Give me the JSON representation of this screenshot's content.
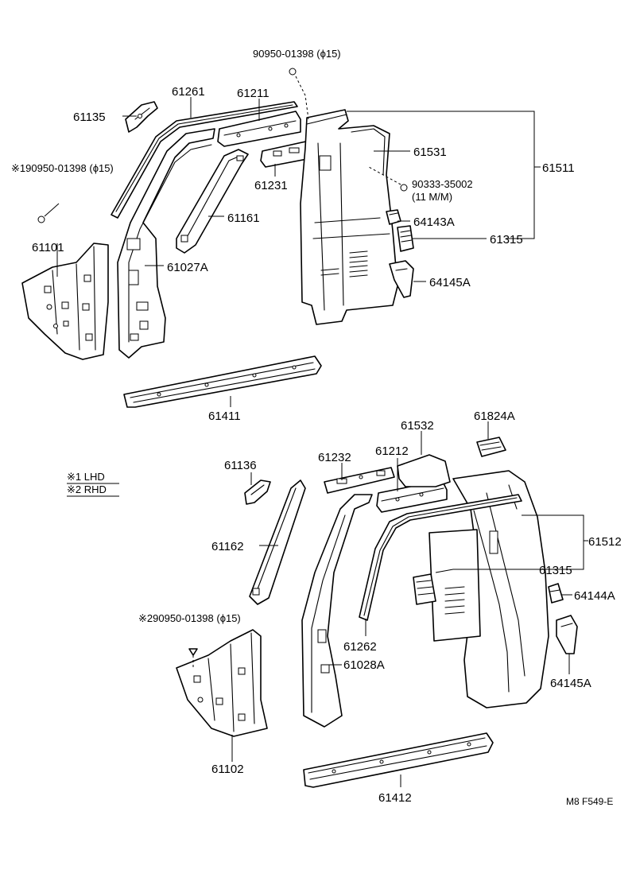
{
  "labels": {
    "bolt_top": "90950-01398 (ϕ15)",
    "p61135": "61135",
    "p61261": "61261",
    "p61211": "61211",
    "p61531": "61531",
    "p61511": "61511",
    "bolt_lhd": "※190950-01398 (ϕ15)",
    "p61231": "61231",
    "screw": "90333-35002",
    "screw_size": "(11 M/M)",
    "p61161": "61161",
    "p64143A": "64143A",
    "p61101": "61101",
    "p61315_upper": "61315",
    "p61027A": "61027A",
    "p64145A_upper": "64145A",
    "p61411": "61411",
    "p61532": "61532",
    "p61824A": "61824A",
    "p61136": "61136",
    "p61232": "61232",
    "p61212": "61212",
    "p61512": "61512",
    "p61162": "61162",
    "p61315_lower": "61315",
    "p64144A": "64144A",
    "bolt_rhd": "※290950-01398 (ϕ15)",
    "p61262": "61262",
    "p61028A": "61028A",
    "p64145A_lower": "64145A",
    "p61102": "61102",
    "p61412": "61412",
    "ref": "M8 F549-E"
  },
  "legend": {
    "lhd": "※1 LHD",
    "rhd": "※2 RHD"
  }
}
